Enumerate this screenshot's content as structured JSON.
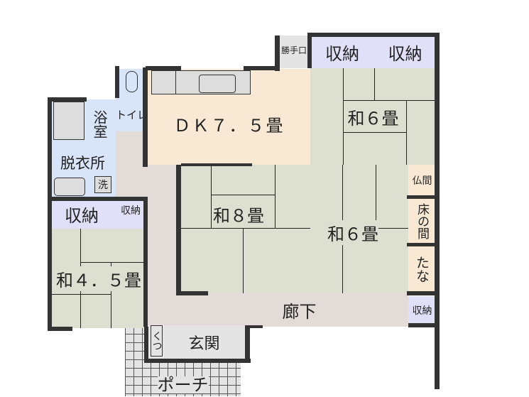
{
  "rooms": {
    "back_door": "勝手口",
    "storage_top_1": "収納",
    "storage_top_2": "収納",
    "dk": "ＤＫ７．５畳",
    "washitsu_6_top": "和６畳",
    "toilet": "トイレ",
    "bath": "浴室",
    "dressing": "脱衣所",
    "washer": "洗",
    "storage_left": "収納",
    "storage_left_small": "収納",
    "washitsu_8": "和８畳",
    "washitsu_6": "和６畳",
    "butsuma": "仏間",
    "tokonoma": "床の間",
    "tana": "たな",
    "storage_right": "収納",
    "washitsu_45": "和４．５畳",
    "corridor": "廊下",
    "entrance": "玄関",
    "shoes": "くつ",
    "porch": "ポーチ"
  },
  "colors": {
    "tatami": "#dde0d0",
    "storage": "#e0e0f8",
    "dk": "#f9e8d4",
    "wet": "#d8e4f8",
    "corridor": "#e3dbd8",
    "wall": "#333333"
  }
}
